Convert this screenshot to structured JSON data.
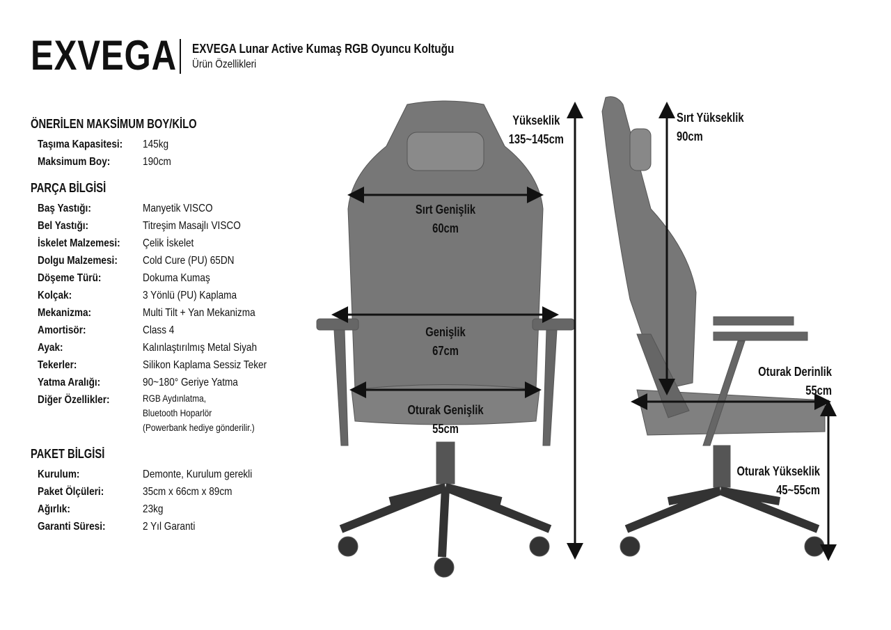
{
  "header": {
    "brand": "EXVEGA",
    "title": "EXVEGA Lunar Active Kumaş RGB Oyuncu Koltuğu",
    "subtitle": "Ürün Özellikleri"
  },
  "sections": [
    {
      "title": "ÖNERİLEN MAKSİMUM BOY/KİLO",
      "rows": [
        {
          "k": "Taşıma Kapasitesi:",
          "v": "145kg"
        },
        {
          "k": "Maksimum Boy:",
          "v": "190cm"
        }
      ]
    },
    {
      "title": "PARÇA BİLGİSİ",
      "rows": [
        {
          "k": "Baş Yastığı:",
          "v": "Manyetik VISCO"
        },
        {
          "k": "Bel Yastığı:",
          "v": "Titreşim Masajlı VISCO"
        },
        {
          "k": "İskelet Malzemesi:",
          "v": "Çelik İskelet"
        },
        {
          "k": "Dolgu Malzemesi:",
          "v": "Cold Cure (PU) 65DN"
        },
        {
          "k": "Döşeme Türü:",
          "v": "Dokuma Kumaş"
        },
        {
          "k": "Kolçak:",
          "v": "3 Yönlü (PU) Kaplama"
        },
        {
          "k": "Mekanizma:",
          "v": "Multi Tilt + Yan Mekanizma"
        },
        {
          "k": "Amortisör:",
          "v": "Class 4"
        },
        {
          "k": "Ayak:",
          "v": "Kalınlaştırılmış Metal Siyah"
        },
        {
          "k": "Tekerler:",
          "v": "Silikon Kaplama Sessiz Teker"
        },
        {
          "k": "Yatma Aralığı:",
          "v": "90~180° Geriye Yatma"
        },
        {
          "k": "Diğer Özellikler:",
          "v": [
            "RGB Aydınlatma,",
            "Bluetooth Hoparlör",
            "(Powerbank hediye gönderilir.)"
          ]
        }
      ]
    },
    {
      "title": "PAKET BİLGİSİ",
      "rows": [
        {
          "k": "Kurulum:",
          "v": "Demonte, Kurulum gerekli"
        },
        {
          "k": "Paket Ölçüleri:",
          "v": "35cm x 66cm x 89cm"
        },
        {
          "k": "Ağırlık:",
          "v": "23kg"
        },
        {
          "k": "Garanti Süresi:",
          "v": "2 Yıl Garanti"
        }
      ]
    }
  ],
  "dimensions": {
    "height": {
      "label": "Yükseklik",
      "value": "135~145cm"
    },
    "back_width": {
      "label": "Sırt Genişlik",
      "value": "60cm"
    },
    "width": {
      "label": "Genişlik",
      "value": "67cm"
    },
    "seat_width": {
      "label": "Oturak Genişlik",
      "value": "55cm"
    },
    "back_height": {
      "label": "Sırt Yükseklik",
      "value": "90cm"
    },
    "seat_depth": {
      "label": "Oturak Derinlik",
      "value": "55cm"
    },
    "seat_height": {
      "label": "Oturak Yükseklik",
      "value": "45~55cm"
    }
  }
}
